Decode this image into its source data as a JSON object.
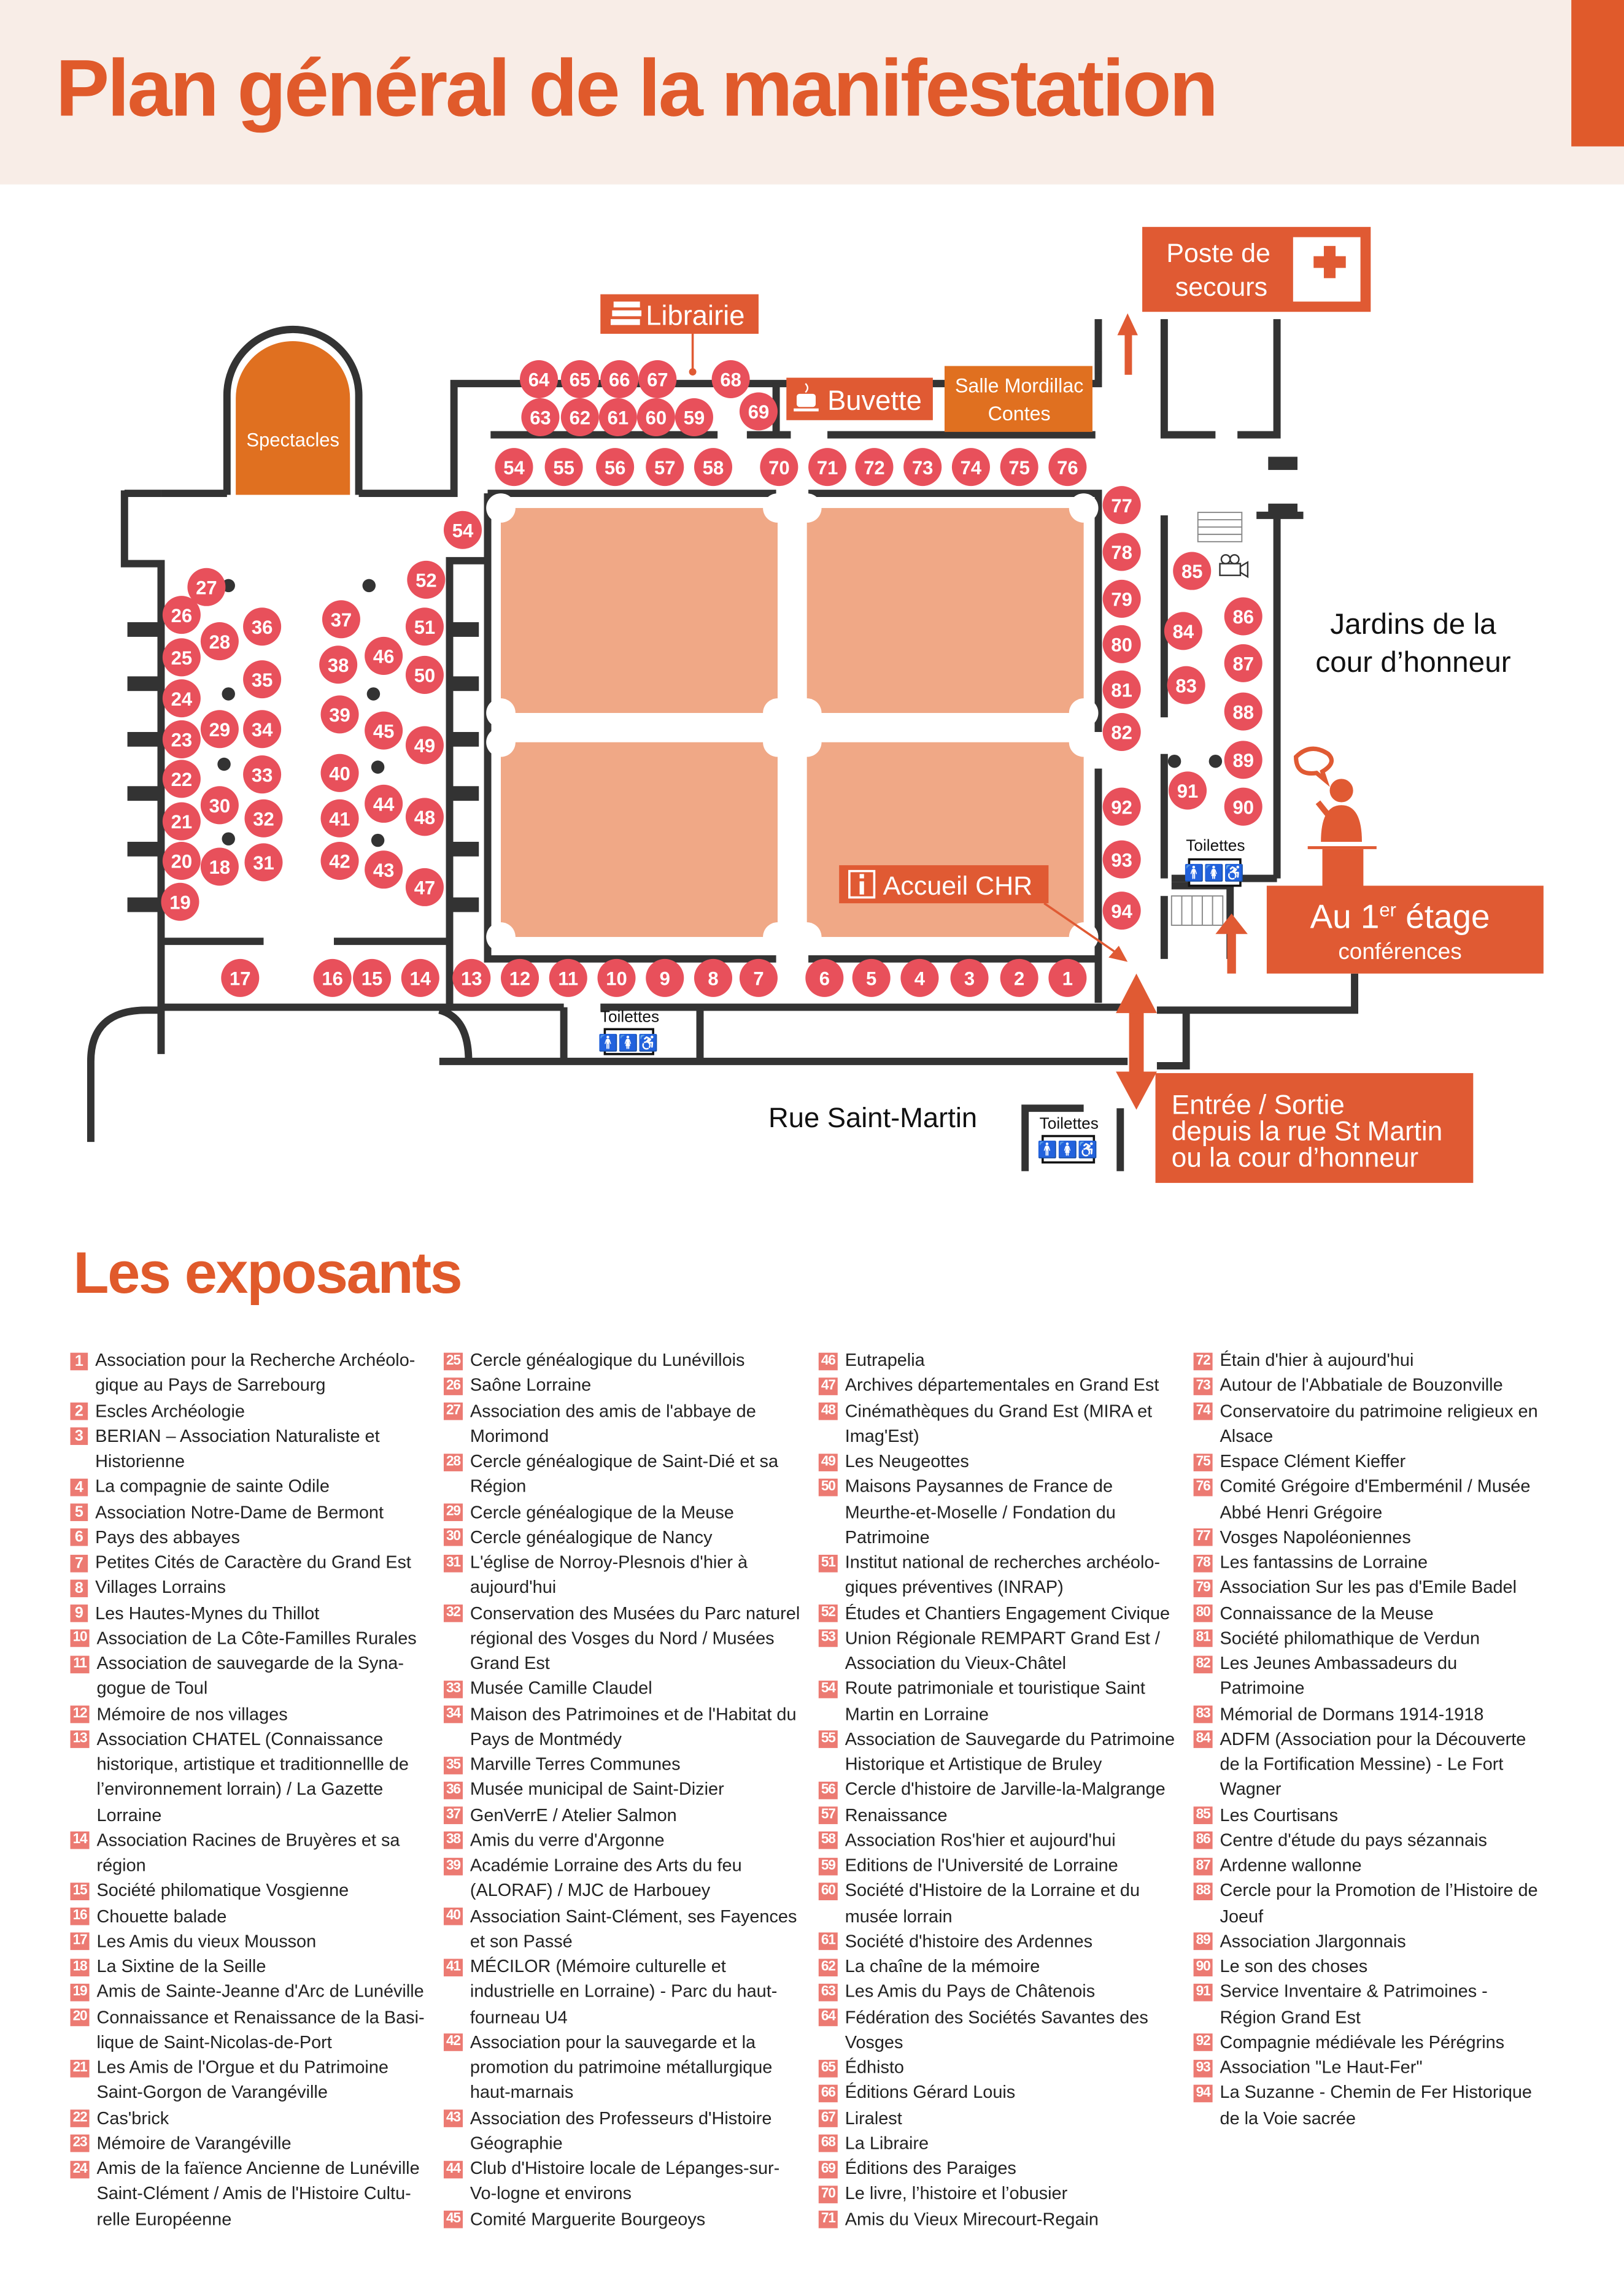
{
  "header": {
    "title": "Plan général de la manifestation"
  },
  "colors": {
    "accent": "#e05a2b",
    "stand": "#e8505b",
    "courtyard": "#f0a886",
    "salle": "#e07020",
    "wall": "#333333"
  },
  "map": {
    "spectacles": "Spectacles",
    "librairie": "Librairie",
    "buvette": "Buvette",
    "salle_line1": "Salle Mordillac",
    "salle_line2": "Contes",
    "secours_line1": "Poste de",
    "secours_line2": "secours",
    "jardins_line1": "Jardins de la",
    "jardins_line2": "cour d’honneur",
    "accueil": "Accueil CHR",
    "etage_prefix": "Au 1",
    "etage_sup": "er",
    "etage_suffix": " étage",
    "conferences": "conférences",
    "toilettes": "Toilettes",
    "rue": "Rue Saint-Martin",
    "entree_line1": "Entrée /  Sortie",
    "entree_line2": "depuis la rue St Martin",
    "entree_line3": "ou la cour d’honneur",
    "stands": [
      "64",
      "65",
      "66",
      "67",
      "68",
      "63",
      "62",
      "61",
      "60",
      "59",
      "69",
      "54",
      "55",
      "56",
      "57",
      "58",
      "70",
      "71",
      "72",
      "73",
      "74",
      "75",
      "76",
      "54",
      "77",
      "78",
      "79",
      "80",
      "81",
      "82",
      "92",
      "93",
      "94",
      "85",
      "84",
      "83",
      "86",
      "87",
      "88",
      "89",
      "91",
      "90",
      "27",
      "26",
      "28",
      "36",
      "25",
      "35",
      "24",
      "29",
      "34",
      "23",
      "22",
      "33",
      "30",
      "21",
      "32",
      "20",
      "18",
      "31",
      "19",
      "37",
      "52",
      "51",
      "38",
      "46",
      "50",
      "39",
      "45",
      "49",
      "40",
      "44",
      "48",
      "41",
      "42",
      "43",
      "47",
      "17",
      "16",
      "15",
      "14",
      "13",
      "12",
      "11",
      "10",
      "9",
      "8",
      "7",
      "6",
      "5",
      "4",
      "3",
      "2",
      "1"
    ],
    "icons": [
      "book-stack-icon",
      "coffee-cup-icon",
      "first-aid-cross-icon",
      "info-icon",
      "toilet-icon",
      "speaker-icon",
      "camera-icon",
      "arrow-icon"
    ]
  },
  "exposants": {
    "title": "Les exposants",
    "items": [
      {
        "n": "1",
        "name": "Association pour la Recherche Archéolo-gique au Pays de Sarrebourg"
      },
      {
        "n": "2",
        "name": "Escles Archéologie"
      },
      {
        "n": "3",
        "name": "BERIAN – Association Naturaliste et Historienne"
      },
      {
        "n": "4",
        "name": "La compagnie de sainte Odile"
      },
      {
        "n": "5",
        "name": "Association Notre-Dame de Bermont"
      },
      {
        "n": "6",
        "name": "Pays des abbayes"
      },
      {
        "n": "7",
        "name": "Petites Cités de Caractère du Grand Est"
      },
      {
        "n": "8",
        "name": "Villages Lorrains"
      },
      {
        "n": "9",
        "name": "Les Hautes-Mynes du Thillot"
      },
      {
        "n": "10",
        "name": "Association de La Côte-Familles Rurales"
      },
      {
        "n": "11",
        "name": "Association de sauvegarde de la Syna-gogue de Toul"
      },
      {
        "n": "12",
        "name": "Mémoire de nos villages"
      },
      {
        "n": "13",
        "name": "Association CHATEL (Connaissance historique, artistique et traditionnellle de l’environnement lorrain) / La Gazette Lorraine"
      },
      {
        "n": "14",
        "name": "Association Racines de Bruyères et sa région"
      },
      {
        "n": "15",
        "name": "Société philomatique Vosgienne"
      },
      {
        "n": "16",
        "name": "Chouette balade"
      },
      {
        "n": "17",
        "name": "Les Amis du vieux Mousson"
      },
      {
        "n": "18",
        "name": "La Sixtine de la Seille"
      },
      {
        "n": "19",
        "name": "Amis de Sainte-Jeanne d'Arc de Lunéville"
      },
      {
        "n": "20",
        "name": "Connaissance et Renaissance de la Basi-lique de Saint-Nicolas-de-Port"
      },
      {
        "n": "21",
        "name": "Les Amis de l'Orgue et du Patrimoine Saint-Gorgon de Varangéville"
      },
      {
        "n": "22",
        "name": "Cas'brick"
      },
      {
        "n": "23",
        "name": "Mémoire de Varangéville"
      },
      {
        "n": "24",
        "name": "Amis de la faïence Ancienne de Lunéville Saint-Clément / Amis de l'Histoire Cultu-relle Européenne"
      },
      {
        "n": "25",
        "name": "Cercle généalogique du Lunévillois"
      },
      {
        "n": "26",
        "name": "Saône Lorraine"
      },
      {
        "n": "27",
        "name": "Association des amis de l'abbaye de Morimond"
      },
      {
        "n": "28",
        "name": "Cercle généalogique de Saint-Dié et sa Région"
      },
      {
        "n": "29",
        "name": "Cercle généalogique de la Meuse"
      },
      {
        "n": "30",
        "name": "Cercle généalogique de Nancy"
      },
      {
        "n": "31",
        "name": "L'église de Norroy-Plesnois d'hier à aujourd'hui"
      },
      {
        "n": "32",
        "name": "Conservation des Musées du Parc naturel régional des Vosges du Nord / Musées Grand Est"
      },
      {
        "n": "33",
        "name": "Musée Camille Claudel"
      },
      {
        "n": "34",
        "name": "Maison des Patrimoines et de l'Habitat du Pays de Montmédy"
      },
      {
        "n": "35",
        "name": "Marville Terres Communes"
      },
      {
        "n": "36",
        "name": "Musée municipal de Saint-Dizier"
      },
      {
        "n": "37",
        "name": "GenVerrE / Atelier Salmon"
      },
      {
        "n": "38",
        "name": "Amis du verre d'Argonne"
      },
      {
        "n": "39",
        "name": "Académie Lorraine des Arts du feu (ALORAF) / MJC de Harbouey"
      },
      {
        "n": "40",
        "name": "Association Saint-Clément, ses Fayences et son Passé"
      },
      {
        "n": "41",
        "name": "MÉCILOR (Mémoire culturelle et industrielle en Lorraine) - Parc du haut-fourneau U4"
      },
      {
        "n": "42",
        "name": "Association pour la sauvegarde et la promotion du patrimoine métallurgique haut-marnais"
      },
      {
        "n": "43",
        "name": "Association des Professeurs d'Histoire Géographie"
      },
      {
        "n": "44",
        "name": "Club d'Histoire locale de Lépanges-sur-Vo-logne et environs"
      },
      {
        "n": "45",
        "name": "Comité Marguerite Bourgeoys"
      },
      {
        "n": "46",
        "name": "Eutrapelia"
      },
      {
        "n": "47",
        "name": "Archives départementales en Grand Est"
      },
      {
        "n": "48",
        "name": "Cinémathèques du Grand Est (MIRA et Imag'Est)"
      },
      {
        "n": "49",
        "name": "Les Neugeottes"
      },
      {
        "n": "50",
        "name": "Maisons Paysannes de France de Meurthe-et-Moselle / Fondation du Patrimoine"
      },
      {
        "n": "51",
        "name": "Institut national de recherches archéolo-giques préventives (INRAP)"
      },
      {
        "n": "52",
        "name": "Études et Chantiers Engagement Civique"
      },
      {
        "n": "53",
        "name": "Union Régionale REMPART Grand Est / Association du Vieux-Châtel"
      },
      {
        "n": "54",
        "name": "Route patrimoniale et touristique Saint Martin en Lorraine"
      },
      {
        "n": "55",
        "name": "Association de Sauvegarde du Patrimoine Historique et Artistique de Bruley"
      },
      {
        "n": "56",
        "name": "Cercle d'histoire de Jarville-la-Malgrange"
      },
      {
        "n": "57",
        "name": "Renaissance"
      },
      {
        "n": "58",
        "name": "Association Ros'hier et aujourd'hui"
      },
      {
        "n": "59",
        "name": "Editions de l'Université de Lorraine"
      },
      {
        "n": "60",
        "name": "Société d'Histoire de la Lorraine et du musée lorrain"
      },
      {
        "n": "61",
        "name": "Société d'histoire des Ardennes"
      },
      {
        "n": "62",
        "name": "La chaîne de la mémoire"
      },
      {
        "n": "63",
        "name": "Les Amis du Pays de Châtenois"
      },
      {
        "n": "64",
        "name": "Fédération des Sociétés Savantes des Vosges"
      },
      {
        "n": "65",
        "name": "Édhisto"
      },
      {
        "n": "66",
        "name": "Éditions Gérard Louis"
      },
      {
        "n": "67",
        "name": "Liralest"
      },
      {
        "n": "68",
        "name": "La Libraire"
      },
      {
        "n": "69",
        "name": "Éditions des Paraiges"
      },
      {
        "n": "70",
        "name": "Le livre, l’histoire et l’obusier"
      },
      {
        "n": "71",
        "name": "Amis du Vieux Mirecourt-Regain"
      },
      {
        "n": "72",
        "name": "Étain d'hier à aujourd'hui"
      },
      {
        "n": "73",
        "name": "Autour de l'Abbatiale de Bouzonville"
      },
      {
        "n": "74",
        "name": "Conservatoire du patrimoine religieux en Alsace"
      },
      {
        "n": "75",
        "name": "Espace Clément Kieffer"
      },
      {
        "n": "76",
        "name": "Comité Grégoire d'Emberménil / Musée Abbé Henri Grégoire"
      },
      {
        "n": "77",
        "name": "Vosges Napoléoniennes"
      },
      {
        "n": "78",
        "name": "Les fantassins de Lorraine"
      },
      {
        "n": "79",
        "name": "Association Sur les pas d'Emile Badel"
      },
      {
        "n": "80",
        "name": "Connaissance de la Meuse"
      },
      {
        "n": "81",
        "name": "Société philomathique de Verdun"
      },
      {
        "n": "82",
        "name": "Les Jeunes Ambassadeurs du Patrimoine"
      },
      {
        "n": "83",
        "name": "Mémorial de Dormans 1914-1918"
      },
      {
        "n": "84",
        "name": "ADFM (Association pour la Découverte de la Fortification Messine) - Le Fort Wagner"
      },
      {
        "n": "85",
        "name": "Les Courtisans"
      },
      {
        "n": "86",
        "name": "Centre d'étude du pays sézannais"
      },
      {
        "n": "87",
        "name": "Ardenne wallonne"
      },
      {
        "n": "88",
        "name": "Cercle pour la Promotion de l’Histoire de Joeuf"
      },
      {
        "n": "89",
        "name": "Association Jlargonnais"
      },
      {
        "n": "90",
        "name": "Le son des choses"
      },
      {
        "n": "91",
        "name": "Service Inventaire & Patrimoines - Région Grand Est"
      },
      {
        "n": "92",
        "name": "Compagnie médiévale les Pérégrins"
      },
      {
        "n": "93",
        "name": "Association \"Le Haut-Fer\""
      },
      {
        "n": "94",
        "name": "La Suzanne - Chemin de Fer Historique de la Voie sacrée"
      }
    ]
  }
}
